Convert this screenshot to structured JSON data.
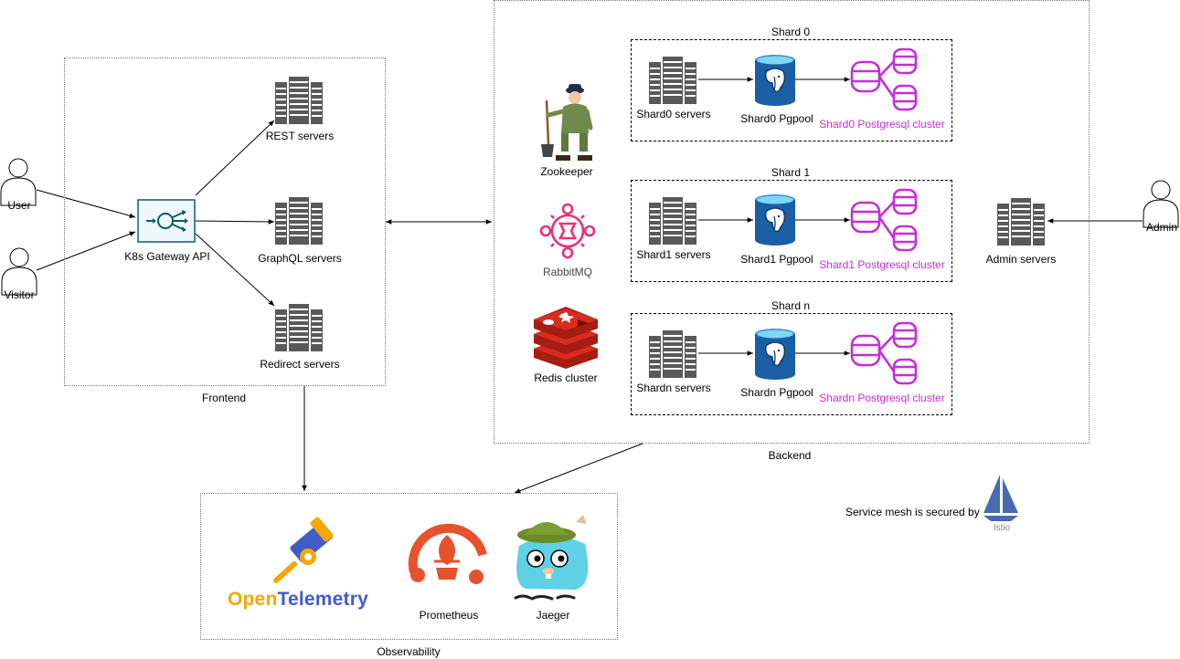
{
  "actors": {
    "user": "User",
    "visitor": "Visitor",
    "admin": "Admin"
  },
  "frontend": {
    "group_label": "Frontend",
    "gateway": "K8s Gateway API",
    "rest": "REST servers",
    "graphql": "GraphQL servers",
    "redirect": "Redirect servers"
  },
  "backend": {
    "group_label": "Backend",
    "zookeeper": "Zookeeper",
    "rabbitmq": "RabbitMQ",
    "redis": "Redis cluster",
    "admin_servers": "Admin servers",
    "shards": [
      {
        "title": "Shard 0",
        "servers": "Shard0 servers",
        "pgpool": "Shard0 Pgpool",
        "cluster": "Shard0 Postgresql cluster"
      },
      {
        "title": "Shard 1",
        "servers": "Shard1 servers",
        "pgpool": "Shard1 Pgpool",
        "cluster": "Shard1 Postgresql cluster"
      },
      {
        "title": "Shard n",
        "servers": "Shardn servers",
        "pgpool": "Shardn Pgpool",
        "cluster": "Shardn Postgresql cluster"
      }
    ]
  },
  "observability": {
    "group_label": "Observability",
    "opentelemetry_open": "Open",
    "opentelemetry_telemetry": "Telemetry",
    "prometheus": "Prometheus",
    "jaeger": "Jaeger"
  },
  "mesh": {
    "note": "Service mesh is secured by",
    "istio": "Istio"
  },
  "colors": {
    "server": "#595959",
    "postgres_blue": "#1a5fa6",
    "cluster_pink": "#c52fd6",
    "gateway_teal": "#0f5a6b",
    "rabbitmq_pink": "#e8317a",
    "redis_red": "#c6302b",
    "prometheus_orange": "#e6522c",
    "otel_blue": "#425cc7",
    "otel_orange": "#f5a800",
    "istio_blue": "#466bb0"
  }
}
